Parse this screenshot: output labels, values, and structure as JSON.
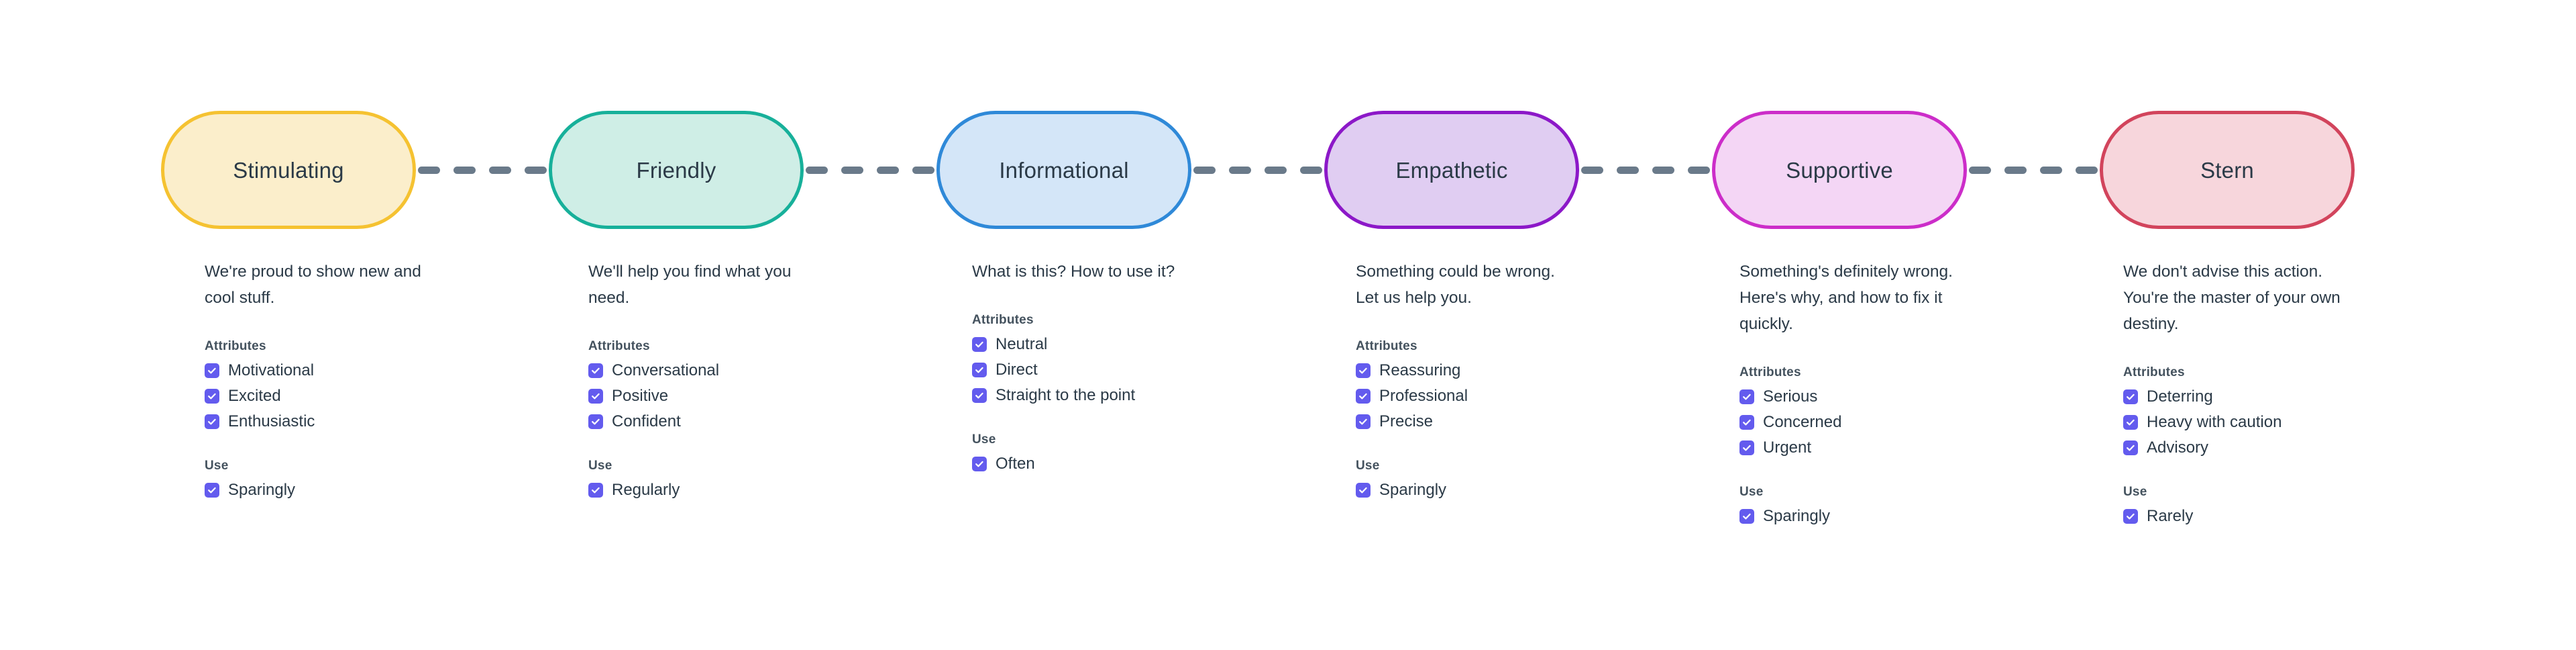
{
  "colors": {
    "text": "#2b3a47",
    "muted": "#44525e",
    "checkbox": "#635bee",
    "connector": "#6a7a8a",
    "background": "#ffffff"
  },
  "labels": {
    "attributes_heading": "Attributes",
    "use_heading": "Use",
    "checkbox_icon": "checkmark-icon",
    "connector_icon": "dashed-connector-icon"
  },
  "tones": [
    {
      "name": "Stimulating",
      "fill": "#fbeecb",
      "stroke": "#f5c231",
      "description": "We're proud to show new and cool stuff.",
      "attributes": [
        "Motivational",
        "Excited",
        "Enthusiastic"
      ],
      "use": [
        "Sparingly"
      ]
    },
    {
      "name": "Friendly",
      "fill": "#cfeee6",
      "stroke": "#17b09a",
      "description": "We'll help you find what you need.",
      "attributes": [
        "Conversational",
        "Positive",
        "Confident"
      ],
      "use": [
        "Regularly"
      ]
    },
    {
      "name": "Informational",
      "fill": "#d4e6f8",
      "stroke": "#2f89d8",
      "description": "What is this? How to use it?",
      "attributes": [
        "Neutral",
        "Direct",
        "Straight to the point"
      ],
      "use": [
        "Often"
      ]
    },
    {
      "name": "Empathetic",
      "fill": "#e0cdf2",
      "stroke": "#8c18c8",
      "description": "Something could be wrong. Let us help you.",
      "attributes": [
        "Reassuring",
        "Professional",
        "Precise"
      ],
      "use": [
        "Sparingly"
      ]
    },
    {
      "name": "Supportive",
      "fill": "#f4d6f5",
      "stroke": "#cc2dc9",
      "description": "Something's definitely wrong. Here's why, and how to fix it quickly.",
      "attributes": [
        "Serious",
        "Concerned",
        "Urgent"
      ],
      "use": [
        "Sparingly"
      ]
    },
    {
      "name": "Stern",
      "fill": "#f7d6dc",
      "stroke": "#d2445c",
      "description": "We don't advise this action. You're the master of your own destiny.",
      "attributes": [
        "Deterring",
        "Heavy with caution",
        "Advisory"
      ],
      "use": [
        "Rarely"
      ]
    }
  ]
}
